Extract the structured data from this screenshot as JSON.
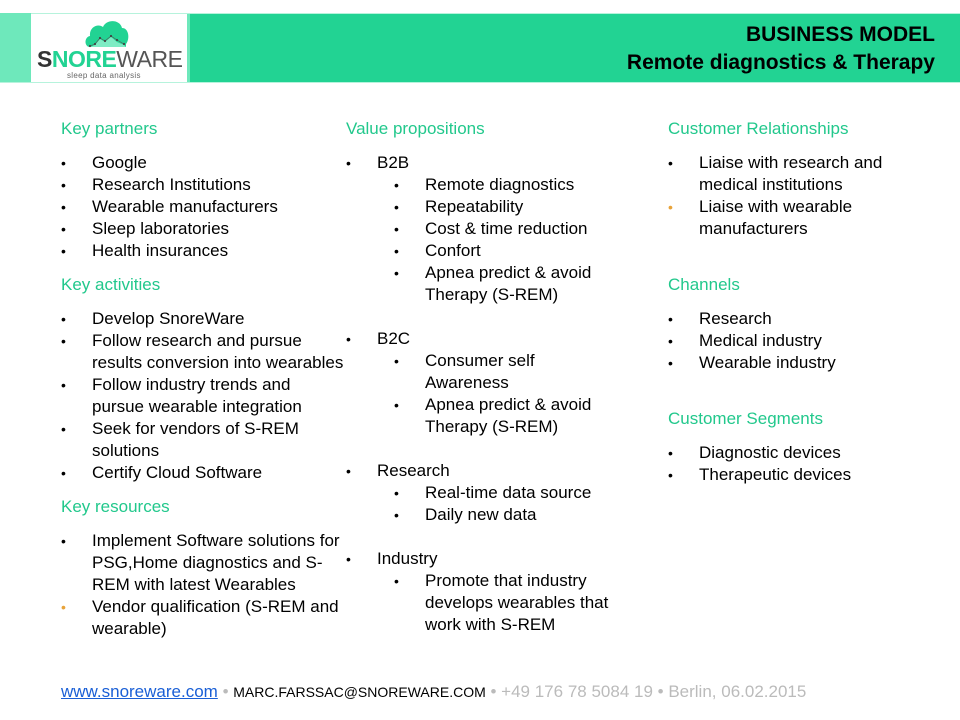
{
  "header": {
    "logo": {
      "icon": "cloud-chart-icon",
      "word_s": "S",
      "word_nore": "NORE",
      "word_ware": "WARE",
      "tagline": "sleep data analysis"
    },
    "title_line1": "BUSINESS MODEL",
    "title_line2": "Remote diagnostics & Therapy",
    "colors": {
      "band": "#22d393",
      "strip": "#6ee8bb",
      "accent_text": "#22c88c",
      "orange_bullet": "#e8a33a"
    }
  },
  "key_partners": {
    "title": "Key partners",
    "items": [
      "Google",
      "Research Institutions",
      "Wearable manufacturers",
      "Sleep laboratories",
      "Health insurances"
    ]
  },
  "key_activities": {
    "title": "Key activities",
    "items": [
      "Develop SnoreWare",
      "Follow research and pursue results conversion into wearables",
      "Follow industry trends and pursue wearable integration",
      "Seek for vendors of S-REM solutions",
      "Certify Cloud Software"
    ]
  },
  "key_resources": {
    "title": "Key resources",
    "items": [
      "Implement Software solutions for PSG,Home diagnostics and S-REM with latest Wearables",
      "Vendor qualification (S-REM and wearable)"
    ]
  },
  "value_propositions": {
    "title": "Value propositions",
    "groups": [
      {
        "label": "B2B",
        "items": [
          "Remote diagnostics",
          "Repeatability",
          "Cost & time reduction",
          "Confort",
          "Apnea predict & avoid Therapy (S-REM)"
        ]
      },
      {
        "label": "B2C",
        "items": [
          "Consumer self Awareness",
          "Apnea predict & avoid Therapy (S-REM)"
        ]
      },
      {
        "label": "Research",
        "items": [
          "Real-time data source",
          "Daily new data"
        ]
      },
      {
        "label": "Industry",
        "items": [
          "Promote that industry develops wearables that work with S-REM"
        ]
      }
    ]
  },
  "customer_relationships": {
    "title": "Customer Relationships",
    "items": [
      "Liaise with research and medical institutions",
      "Liaise with wearable manufacturers"
    ]
  },
  "channels": {
    "title": "Channels",
    "items": [
      "Research",
      "Medical industry",
      "Wearable industry"
    ]
  },
  "customer_segments": {
    "title": "Customer Segments",
    "items": [
      "Diagnostic devices",
      "Therapeutic devices"
    ]
  },
  "footer": {
    "website": "www.snoreware.com",
    "separator": "•",
    "email": "MARC.FARSSAC@SNOREWARE.COM",
    "phone": "+49 176 78 5084 19",
    "location_date": "Berlin, 06.02.2015"
  },
  "bullet": "•"
}
